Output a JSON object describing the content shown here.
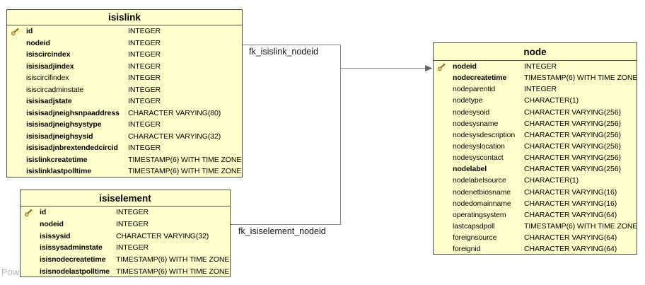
{
  "diagram": {
    "watermark": "Pow",
    "colors": {
      "table_fill": "#FFFFCC",
      "table_border": "#4D4D4D",
      "edge_line": "#808080",
      "arrowhead": "#666666",
      "key_icon_gold": "#F2CF73",
      "key_icon_outline": "#8A6D1C",
      "watermark_gray": "#B4B4B4"
    },
    "tables": [
      {
        "title": "isislink",
        "columns": [
          {
            "name": "id",
            "type": "INTEGER",
            "bold": true,
            "key": true
          },
          {
            "name": "nodeid",
            "type": "INTEGER",
            "bold": true,
            "key": false
          },
          {
            "name": "isiscircindex",
            "type": "INTEGER",
            "bold": true,
            "key": false
          },
          {
            "name": "isisisadjindex",
            "type": "INTEGER",
            "bold": true,
            "key": false
          },
          {
            "name": "isiscircifindex",
            "type": "INTEGER",
            "bold": false,
            "key": false
          },
          {
            "name": "isiscircadminstate",
            "type": "INTEGER",
            "bold": false,
            "key": false
          },
          {
            "name": "isisisadjstate",
            "type": "INTEGER",
            "bold": true,
            "key": false
          },
          {
            "name": "isisisadjneighsnpaaddress",
            "type": "CHARACTER VARYING(80)",
            "bold": true,
            "key": false
          },
          {
            "name": "isisisadjneighsystype",
            "type": "INTEGER",
            "bold": true,
            "key": false
          },
          {
            "name": "isisisadjneighsysid",
            "type": "CHARACTER VARYING(32)",
            "bold": true,
            "key": false
          },
          {
            "name": "isisisadjnbrextendedcircid",
            "type": "INTEGER",
            "bold": true,
            "key": false
          },
          {
            "name": "isislinkcreatetime",
            "type": "TIMESTAMP(6) WITH TIME ZONE",
            "bold": true,
            "key": false
          },
          {
            "name": "isislinklastpolltime",
            "type": "TIMESTAMP(6) WITH TIME ZONE",
            "bold": true,
            "key": false
          }
        ]
      },
      {
        "title": "isiselement",
        "columns": [
          {
            "name": "id",
            "type": "INTEGER",
            "bold": true,
            "key": true
          },
          {
            "name": "nodeid",
            "type": "INTEGER",
            "bold": true,
            "key": false
          },
          {
            "name": "isissysid",
            "type": "CHARACTER VARYING(32)",
            "bold": true,
            "key": false
          },
          {
            "name": "isissysadminstate",
            "type": "INTEGER",
            "bold": true,
            "key": false
          },
          {
            "name": "isisnodecreatetime",
            "type": "TIMESTAMP(6) WITH TIME ZONE",
            "bold": true,
            "key": false
          },
          {
            "name": "isisnodelastpolltime",
            "type": "TIMESTAMP(6) WITH TIME ZONE",
            "bold": true,
            "key": false
          }
        ]
      },
      {
        "title": "node",
        "columns": [
          {
            "name": "nodeid",
            "type": "INTEGER",
            "bold": true,
            "key": true
          },
          {
            "name": "nodecreatetime",
            "type": "TIMESTAMP(6) WITH TIME ZONE",
            "bold": true,
            "key": false
          },
          {
            "name": "nodeparentid",
            "type": "INTEGER",
            "bold": false,
            "key": false
          },
          {
            "name": "nodetype",
            "type": "CHARACTER(1)",
            "bold": false,
            "key": false
          },
          {
            "name": "nodesysoid",
            "type": "CHARACTER VARYING(256)",
            "bold": false,
            "key": false
          },
          {
            "name": "nodesysname",
            "type": "CHARACTER VARYING(256)",
            "bold": false,
            "key": false
          },
          {
            "name": "nodesysdescription",
            "type": "CHARACTER VARYING(256)",
            "bold": false,
            "key": false
          },
          {
            "name": "nodesyslocation",
            "type": "CHARACTER VARYING(256)",
            "bold": false,
            "key": false
          },
          {
            "name": "nodesyscontact",
            "type": "CHARACTER VARYING(256)",
            "bold": false,
            "key": false
          },
          {
            "name": "nodelabel",
            "type": "CHARACTER VARYING(256)",
            "bold": true,
            "key": false
          },
          {
            "name": "nodelabelsource",
            "type": "CHARACTER(1)",
            "bold": false,
            "key": false
          },
          {
            "name": "nodenetbiosname",
            "type": "CHARACTER VARYING(16)",
            "bold": false,
            "key": false
          },
          {
            "name": "nodedomainname",
            "type": "CHARACTER VARYING(16)",
            "bold": false,
            "key": false
          },
          {
            "name": "operatingsystem",
            "type": "CHARACTER VARYING(64)",
            "bold": false,
            "key": false
          },
          {
            "name": "lastcapsdpoll",
            "type": "TIMESTAMP(6) WITH TIME ZONE",
            "bold": false,
            "key": false
          },
          {
            "name": "foreignsource",
            "type": "CHARACTER VARYING(64)",
            "bold": false,
            "key": false
          },
          {
            "name": "foreignid",
            "type": "CHARACTER VARYING(64)",
            "bold": false,
            "key": false
          }
        ]
      }
    ],
    "relationships": [
      {
        "label": "fk_isislink_nodeid",
        "from": "isislink.nodeid",
        "to": "node.nodeid"
      },
      {
        "label": "fk_isiselement_nodeid",
        "from": "isiselement.nodeid",
        "to": "node.nodeid"
      }
    ]
  }
}
